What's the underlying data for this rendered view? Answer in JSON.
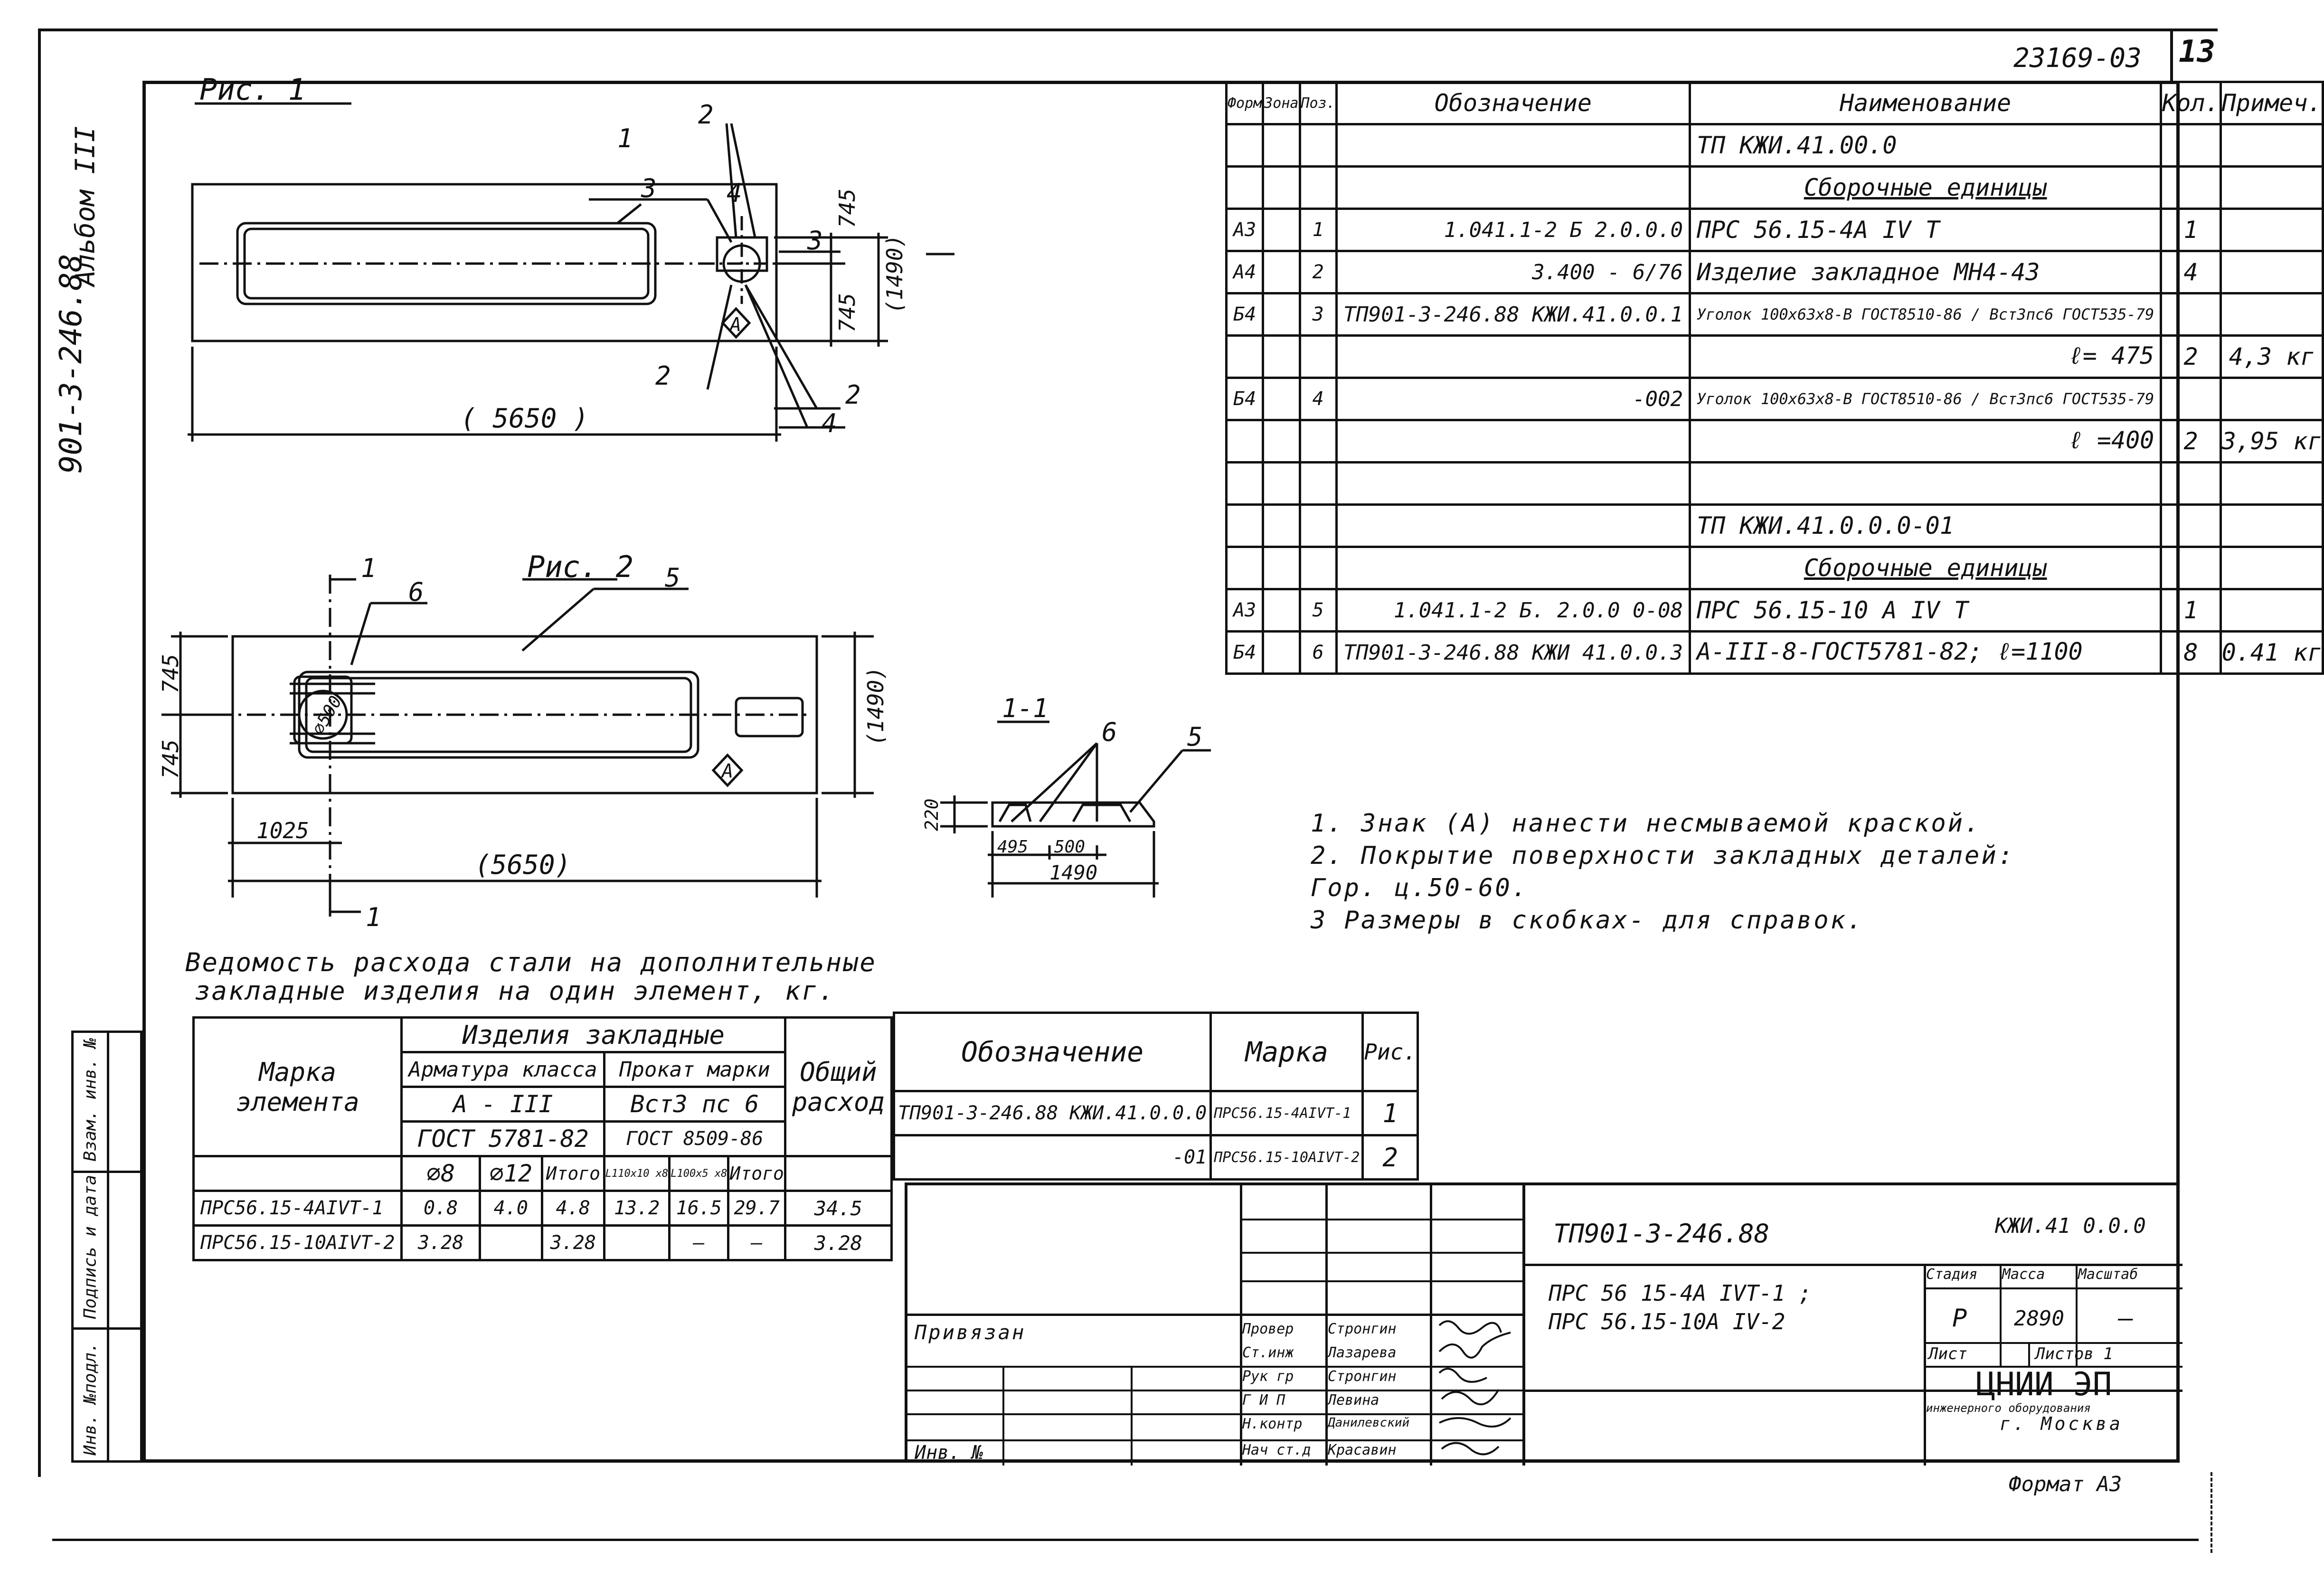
{
  "doc_number": "23169-03",
  "sheet_number": "13",
  "side_code": "901-3-246.88",
  "album": "Альбом III",
  "fig1": {
    "title": "Рис. 1",
    "callouts": [
      "1",
      "2",
      "3",
      "3",
      "4",
      "2",
      "2",
      "4"
    ],
    "dim_745_top": "745",
    "dim_745_bot": "745",
    "dim_1490": "(1490)",
    "dim_5650": "( 5650 )",
    "zone_mark": "A"
  },
  "fig2": {
    "title": "Рис. 2",
    "callouts": [
      "5",
      "6"
    ],
    "section_mark": "1",
    "dim_745_top": "745",
    "dim_745_bot": "745",
    "dim_1490": "(1490)",
    "dim_1025": "1025",
    "dim_5650": "(5650)",
    "circle_dim": "∅500",
    "zone_mark": "A"
  },
  "section": {
    "title": "1-1",
    "callouts": [
      "6",
      "5"
    ],
    "dim_220": "220",
    "dim_495": "495",
    "dim_500": "500",
    "dim_1490": "1490"
  },
  "spec_table": {
    "headers": [
      "Форм",
      "Зона",
      "Поз.",
      "Обозначение",
      "Наименование",
      "Кол.",
      "Примеч."
    ],
    "rows": [
      {
        "form": "",
        "zone": "",
        "pos": "",
        "code": "",
        "name": "ТП            КЖИ.41.00.0",
        "qty": "",
        "note": ""
      },
      {
        "form": "",
        "zone": "",
        "pos": "",
        "code": "",
        "name": "Сборочные единицы",
        "qty": "",
        "note": "",
        "underline": true
      },
      {
        "form": "А3",
        "zone": "",
        "pos": "1",
        "code": "1.041.1-2  Б  2.0.0.0",
        "name": "ПРС 56.15-4А IV Т",
        "qty": "1",
        "note": ""
      },
      {
        "form": "А4",
        "zone": "",
        "pos": "2",
        "code": "3.400 - 6/76",
        "name": "Изделие закладное МН4-43",
        "qty": "4",
        "note": ""
      },
      {
        "form": "Б4",
        "zone": "",
        "pos": "3",
        "code": "ТП901-3-246.88       КЖИ.41.0.0.1",
        "name": "Уголок 100x63x8-В ГОСТ8510-86 / Вст3пс6 ГОСТ535-79",
        "qty": "",
        "note": ""
      },
      {
        "form": "",
        "zone": "",
        "pos": "",
        "code": "",
        "name": "ℓ= 475",
        "qty": "2",
        "note": "4,3 кг"
      },
      {
        "form": "Б4",
        "zone": "",
        "pos": "4",
        "code": "-002",
        "name": "Уголок 100x63x8-В ГОСТ8510-86 / Вст3пс6 ГОСТ535-79",
        "qty": "",
        "note": ""
      },
      {
        "form": "",
        "zone": "",
        "pos": "",
        "code": "",
        "name": "ℓ =400",
        "qty": "2",
        "note": "3,95 кг"
      },
      {
        "form": "",
        "zone": "",
        "pos": "",
        "code": "",
        "name": "",
        "qty": "",
        "note": ""
      },
      {
        "form": "",
        "zone": "",
        "pos": "",
        "code": "",
        "name": "ТП            КЖИ.41.0.0.0-01",
        "qty": "",
        "note": ""
      },
      {
        "form": "",
        "zone": "",
        "pos": "",
        "code": "",
        "name": "Сборочные единицы",
        "qty": "",
        "note": "",
        "underline": true
      },
      {
        "form": "А3",
        "zone": "",
        "pos": "5",
        "code": "1.041.1-2  Б.  2.0.0 0-08",
        "name": "ПРС 56.15-10 А IV Т",
        "qty": "1",
        "note": ""
      },
      {
        "form": "Б4",
        "zone": "",
        "pos": "6",
        "code": "ТП901-3-246.88      КЖИ 41.0.0.3",
        "name": "А-III-8-ГОСТ5781-82; ℓ=1100",
        "qty": "8",
        "note": "0.41 кг"
      }
    ]
  },
  "notes": [
    "1. Знак (A) нанести несмываемой краской.",
    "2. Покрытие поверхности закладных деталей:",
    "    Гор. ц.50-60.",
    "3 Размеры в скобках- для справок."
  ],
  "steel_title": [
    "Ведомость расхода стали на дополнительные",
    "закладные изделия на один элемент, кг."
  ],
  "steel_table": {
    "h_element": "Марка элемента",
    "h_items": "Изделия   закладные",
    "h_rebar": "Арматура класса",
    "h_rolled": "Прокат марки",
    "h_total": "Общий расход",
    "rebar_class": "А - III",
    "rolled_grade": "Вст3 пс 6",
    "rebar_gost": "ГОСТ  5781-82",
    "rolled_gost": "ГОСТ 8509-86",
    "cols": [
      "∅8",
      "∅12",
      "Итого",
      "L110x10 x8",
      "L100x5 x8",
      "Итого"
    ],
    "rows": [
      {
        "mark": "ПРС56.15-4АIVТ-1",
        "v": [
          "0.8",
          "4.0",
          "4.8",
          "13.2",
          "16.5",
          "29.7"
        ],
        "total": "34.5"
      },
      {
        "mark": "ПРС56.15-10АIVТ-2",
        "v": [
          "3.28",
          "",
          "3.28",
          "",
          "—",
          "—"
        ],
        "total": "3.28"
      }
    ]
  },
  "mark_table": {
    "headers": [
      "Обозначение",
      "Марка",
      "Рис."
    ],
    "rows": [
      {
        "code": "ТП901-3-246.88 КЖИ.41.0.0.0",
        "mark": "ПРС56.15-4АIVТ-1",
        "fig": "1"
      },
      {
        "code": "-01",
        "mark": "ПРС56.15-10АIVТ-2",
        "fig": "2"
      }
    ]
  },
  "side_stamp": [
    "Инв. №подл.",
    "Подпись и дата",
    "Взам. инв. №"
  ],
  "title_block": {
    "bound": "Привязан",
    "inv": "Инв. №",
    "roles": [
      "Провер",
      "Ст.инж",
      "Рук гр",
      "Г И П",
      "Н.контр",
      "Нач ст.д"
    ],
    "names": [
      "Стронгин",
      "Лазарева",
      "Стронгин",
      "Левина",
      "Данилевский",
      "Красавин"
    ],
    "project": "ТП901-3-246.88",
    "code": "КЖИ.41 0.0.0",
    "product_1": "ПРС 56 15-4А IVТ-1 ;",
    "product_2": "ПРС 56.15-10А IV-2",
    "h_stage": "Стадия",
    "h_mass": "Масса",
    "h_scale": "Масштаб",
    "stage": "Р",
    "mass": "2890",
    "scale": "—",
    "sheet": "Лист",
    "sheets": "Листов 1",
    "org": "ЦНИИ ЭП",
    "org_sub": "инженерного оборудования",
    "city": "г. Москва"
  },
  "format": "Формат  А3"
}
